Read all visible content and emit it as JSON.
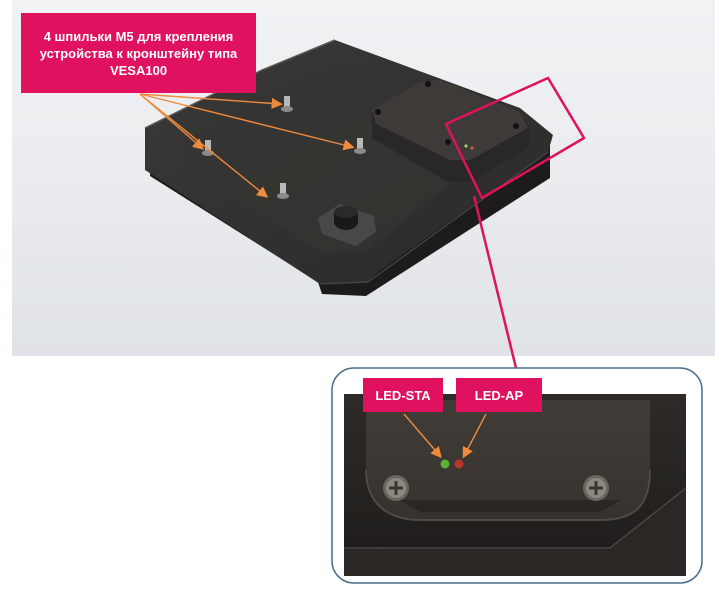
{
  "callouts": {
    "studs": "4 шпильки М5 для крепления\nустройства к кронштейну типа\nVESA100",
    "led_sta": "LED-STA",
    "led_ap": "LED-AP"
  },
  "colors": {
    "callout_bg": "#e0115f",
    "arrow": "#f08a3c",
    "highlight_border": "#e0115f",
    "inset_border": "#4a6d8c",
    "led_sta": "#5fbf3a",
    "led_ap": "#c0392b"
  }
}
